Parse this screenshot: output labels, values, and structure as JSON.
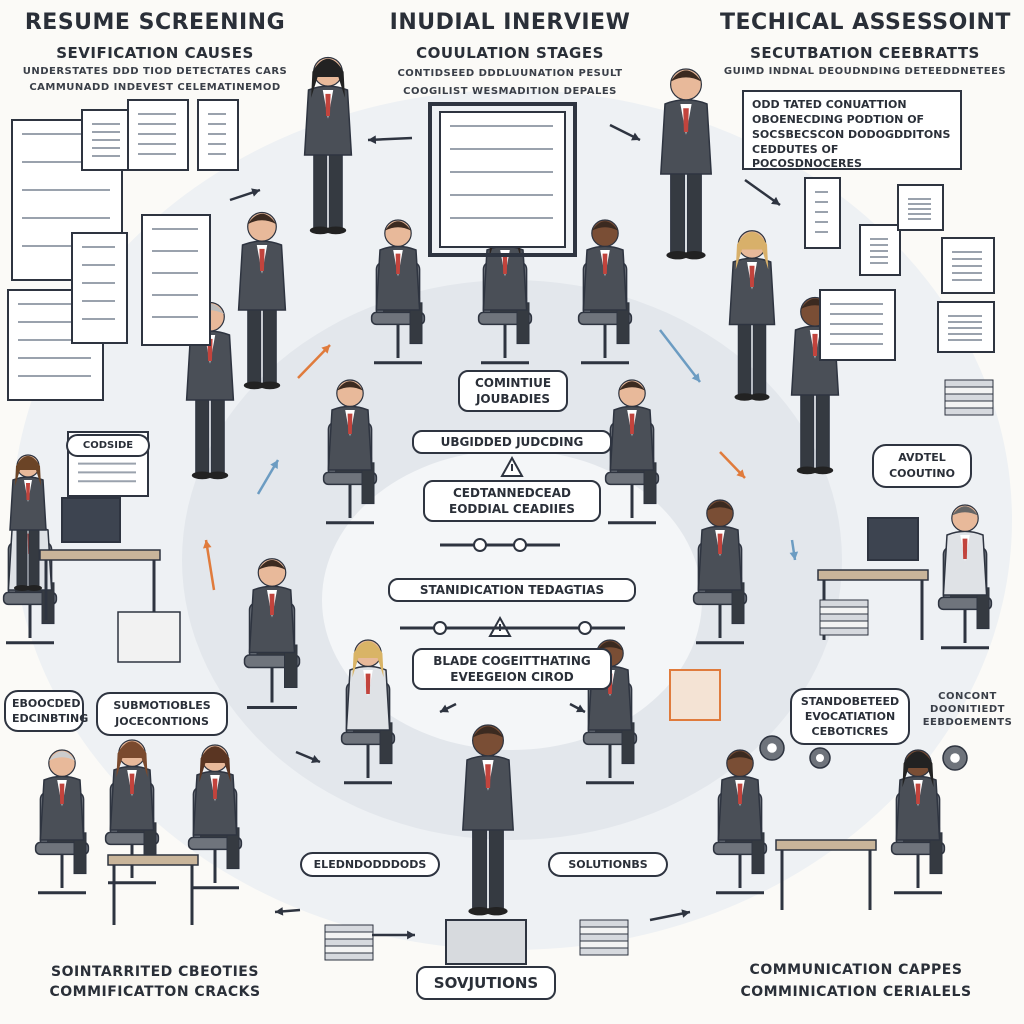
{
  "sections": {
    "resume": {
      "title": "RESUME SCREENING",
      "subtitle": "SEVIFICATION CAUSES",
      "notes": [
        "UNDERSTATES DDD TIOD DETECTATES CARS",
        "CAMMUNADD INDEVEST CELEMATINEMOD"
      ]
    },
    "interview": {
      "title": "INUDIAL INERVIEW",
      "subtitle": "COUULATION STAGES",
      "notes": [
        "CONTIDSEED DDDLUUNATION PESULT",
        "COOGILIST WESMADITION DEPALES"
      ]
    },
    "technical": {
      "title": "TECHICAL ASSESSOINT",
      "subtitle": "SECUTBATION CEEBRATTS",
      "notes": [
        "GUIMD INDNAL DEOUDNDING DETEEDDNETEES"
      ]
    }
  },
  "panels": {
    "technical_box": [
      "ODD TATED CONUATTION",
      "OBOENECDING PODTION OF",
      "SOCSBECSCON DODOGDDITONS",
      "CEDDUTES OF POCOSDNOCERES"
    ]
  },
  "center": {
    "labels": [
      {
        "text": "COMINTIUE JOUBADIES",
        "lines": [
          "COMINTIUE",
          "JOUBADIES"
        ]
      },
      {
        "text": "UBGIDDED JUDCDING",
        "lines": [
          "UBGIDDED JUDCDING"
        ]
      },
      {
        "text": "CEDTANNEDCEAD EODDIAL CEADIIES",
        "lines": [
          "CEDTANNEDCEAD",
          "EODDIAL CEADIIES"
        ]
      },
      {
        "text": "STANIDICATION TEDAGTIAS",
        "lines": [
          "STANIDICATION TEDAGTIAS"
        ]
      },
      {
        "text": "BLADE COGEITTHATING EVEEGEION CIROD",
        "lines": [
          "BLADE COGEITTHATING",
          "EVEEGEION CIROD"
        ]
      }
    ]
  },
  "bubbles": {
    "right_top": [
      "AVDTEL",
      "COOUTINO"
    ],
    "left_bottom": [
      "EBOOCDED",
      "EDCINBTING"
    ],
    "left_mid": [
      "SUBMOTIOBLES",
      "JOCECONTIONS"
    ],
    "right_mid": [
      "STANDOBETEED",
      "EVOCATIATION",
      "CEBOTICRES"
    ],
    "right_small": [
      "CONCONT",
      "DOONITIEDT",
      "EEBDOEMENTS"
    ],
    "bottom_left": [
      "ELEDNDODDDODS"
    ],
    "bottom_right": [
      "SOLUTIONBS"
    ],
    "monitor_left": [
      "CODSIDE"
    ]
  },
  "footer": {
    "left": [
      "SOINTARRITED CBEOTIES",
      "COMMIFICATTON CRACKS"
    ],
    "center": "SOVJUTIONS",
    "right": [
      "COMMUNICATION CAPPES",
      "COMMINICATION CERIALELS"
    ]
  },
  "colors": {
    "suit": "#4a4f57",
    "suit_dark": "#353a41",
    "skin": "#e8b99a",
    "skin_dark": "#7a4e35",
    "tie": "#c2443d",
    "chair": "#6f747c",
    "accent": "#e07b3c",
    "ink": "#2e3440",
    "floor": "#e6eaef"
  },
  "icons": [
    "arrow-icon",
    "warning-icon",
    "gear-icon",
    "document-icon",
    "chart-icon",
    "laptop-icon",
    "book-stack-icon",
    "folder-icon"
  ]
}
